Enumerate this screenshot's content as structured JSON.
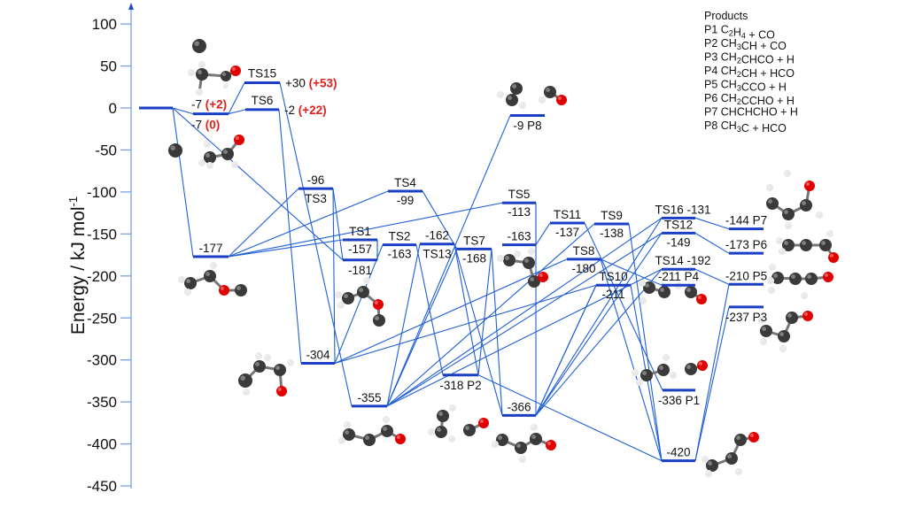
{
  "chart_data": {
    "type": "energy_level_diagram",
    "title": "",
    "ylabel": "Energy / kJ mol-1",
    "ylabel_main": "Energy / kJ mol",
    "ylabel_sup": "-1",
    "ylim": [
      -450,
      100
    ],
    "yticks": [
      100,
      50,
      0,
      -50,
      -100,
      -150,
      -200,
      -250,
      -300,
      -350,
      -400,
      -450
    ],
    "grid": false,
    "colors": {
      "level": "#1a3fc4",
      "connector": "#1f5fd6",
      "axis": "#7aa3e0",
      "highlight": "#e0201c"
    },
    "levels": [
      {
        "id": "R",
        "energy": 0,
        "col": 0,
        "label": "",
        "label_pos": "none"
      },
      {
        "id": "I1",
        "energy": -7,
        "col": 1,
        "label": "-7",
        "extra_above": "(+2)",
        "extra_below": "(0)",
        "label_pos": "both"
      },
      {
        "id": "TS15",
        "energy": 30,
        "col": 2,
        "label": "+30",
        "name": "TS15",
        "extra": "(+53)",
        "label_pos": "name-above-value-right"
      },
      {
        "id": "TS6",
        "energy": -2,
        "col": 2,
        "label": "-2",
        "name": "TS6",
        "extra": "(+22)",
        "label_pos": "name-above-value-right"
      },
      {
        "id": "I2",
        "energy": -177,
        "col": 1,
        "label": "-177",
        "label_pos": "above"
      },
      {
        "id": "TS3",
        "energy": -96,
        "col": 3,
        "label": "-96",
        "name": "TS3",
        "label_pos": "value-above-name-below"
      },
      {
        "id": "I3",
        "energy": -304,
        "col": 3,
        "label": "-304",
        "label_pos": "above"
      },
      {
        "id": "TS1",
        "energy": -157,
        "col": 4,
        "label": "-157",
        "name": "TS1",
        "label_pos": "name-above-value-below"
      },
      {
        "id": "I4",
        "energy": -181,
        "col": 4,
        "label": "-181",
        "label_pos": "below"
      },
      {
        "id": "I5",
        "energy": -355,
        "col": 4.3,
        "label": "-355",
        "label_pos": "above"
      },
      {
        "id": "TS4",
        "energy": -99,
        "col": 5.2,
        "label": "-99",
        "name": "TS4",
        "label_pos": "name-above-value-below"
      },
      {
        "id": "TS2",
        "energy": -163,
        "col": 5,
        "label": "-163",
        "name": "TS2",
        "label_pos": "name-above-value-below"
      },
      {
        "id": "TS13",
        "energy": -162,
        "col": 6,
        "label": "-162",
        "name": "TS13",
        "label_pos": "value-above-name-below"
      },
      {
        "id": "P2",
        "energy": -318,
        "col": 6.6,
        "label": "-318 P2",
        "label_pos": "below"
      },
      {
        "id": "TS7",
        "energy": -168,
        "col": 7,
        "label": "-168",
        "name": "TS7",
        "label_pos": "name-above-value-below"
      },
      {
        "id": "TS5",
        "energy": -113,
        "col": 8,
        "label": "-113",
        "name": "TS5",
        "label_pos": "name-above-value-below"
      },
      {
        "id": "I6",
        "energy": -163,
        "col": 8,
        "label": "-163",
        "label_pos": "above"
      },
      {
        "id": "I7",
        "energy": -366,
        "col": 8,
        "label": "-366",
        "label_pos": "above"
      },
      {
        "id": "P8",
        "energy": -9,
        "col": 8.2,
        "label": "-9 P8",
        "label_pos": "below"
      },
      {
        "id": "TS11",
        "energy": -137,
        "col": 9,
        "label": "-137",
        "name": "TS11",
        "label_pos": "name-above-value-below"
      },
      {
        "id": "TS8",
        "energy": -180,
        "col": 9.4,
        "label": "-180",
        "name": "TS8",
        "label_pos": "name-above-value-below"
      },
      {
        "id": "TS9",
        "energy": -138,
        "col": 10,
        "label": "-138",
        "name": "TS9",
        "label_pos": "name-above-value-below"
      },
      {
        "id": "TS10",
        "energy": -211,
        "col": 10,
        "label": "-211",
        "name": "TS10",
        "label_pos": "name-above-value-below"
      },
      {
        "id": "TS16",
        "energy": -131,
        "col": 11,
        "label": "-131",
        "name": "TS16",
        "label_pos": "name-value-above"
      },
      {
        "id": "TS12",
        "energy": -149,
        "col": 11,
        "label": "-149",
        "name": "TS12",
        "label_pos": "name-above-value-below"
      },
      {
        "id": "TS14",
        "energy": -192,
        "col": 11,
        "label": "-192",
        "name": "TS14",
        "label_pos": "name-value-above"
      },
      {
        "id": "P4",
        "energy": -211,
        "col": 11,
        "label": "-211 P4",
        "label_pos": "above"
      },
      {
        "id": "P1",
        "energy": -336,
        "col": 11,
        "label": "-336 P1",
        "label_pos": "below"
      },
      {
        "id": "I8",
        "energy": -420,
        "col": 11,
        "label": "-420",
        "label_pos": "above"
      },
      {
        "id": "P7",
        "energy": -144,
        "col": 12,
        "label": "-144 P7",
        "label_pos": "above"
      },
      {
        "id": "P6",
        "energy": -173,
        "col": 12,
        "label": "-173 P6",
        "label_pos": "above"
      },
      {
        "id": "P5",
        "energy": -210,
        "col": 12,
        "label": "-210 P5",
        "label_pos": "above"
      },
      {
        "id": "P3",
        "energy": -237,
        "col": 12,
        "label": "-237 P3",
        "label_pos": "below"
      }
    ],
    "connections": [
      [
        "R",
        "I1"
      ],
      [
        "R",
        "I2"
      ],
      [
        "R",
        "I4"
      ],
      [
        "I1",
        "TS15"
      ],
      [
        "I1",
        "TS6"
      ],
      [
        "TS15",
        "I5"
      ],
      [
        "TS6",
        "I3"
      ],
      [
        "I2",
        "TS3"
      ],
      [
        "I2",
        "TS4"
      ],
      [
        "I2",
        "TS1"
      ],
      [
        "I2",
        "TS5"
      ],
      [
        "TS3",
        "I4"
      ],
      [
        "TS3",
        "I3"
      ],
      [
        "I3",
        "TS2"
      ],
      [
        "I3",
        "TS10"
      ],
      [
        "I3",
        "TS8"
      ],
      [
        "I4",
        "TS1"
      ],
      [
        "TS1",
        "I4"
      ],
      [
        "TS4",
        "TS7"
      ],
      [
        "TS2",
        "P2"
      ],
      [
        "I5",
        "TS13"
      ],
      [
        "I5",
        "TS7"
      ],
      [
        "I5",
        "P8"
      ],
      [
        "I5",
        "TS14"
      ],
      [
        "I5",
        "TS16"
      ],
      [
        "I5",
        "TS12"
      ],
      [
        "TS13",
        "P2"
      ],
      [
        "TS13",
        "I7"
      ],
      [
        "TS7",
        "I7"
      ],
      [
        "TS7",
        "P2"
      ],
      [
        "P2",
        "I8"
      ],
      [
        "TS5",
        "I6"
      ],
      [
        "TS5",
        "I7"
      ],
      [
        "TS11",
        "I6"
      ],
      [
        "TS11",
        "P1"
      ],
      [
        "TS9",
        "I5"
      ],
      [
        "TS9",
        "I8"
      ],
      [
        "TS8",
        "I8"
      ],
      [
        "TS8",
        "P4"
      ],
      [
        "TS10",
        "I8"
      ],
      [
        "TS10",
        "I7"
      ],
      [
        "I7",
        "TS12"
      ],
      [
        "I7",
        "TS16"
      ],
      [
        "I7",
        "TS14"
      ],
      [
        "I7",
        "TS10"
      ],
      [
        "TS16",
        "P7"
      ],
      [
        "TS12",
        "P6"
      ],
      [
        "TS14",
        "P5"
      ],
      [
        "I8",
        "P3"
      ],
      [
        "I8",
        "P5"
      ]
    ],
    "legend": {
      "title": "Products",
      "placement": "top-right",
      "entries": [
        {
          "id": "P1",
          "formula": [
            [
              "C",
              ""
            ],
            [
              "2",
              "sub"
            ],
            [
              "H",
              ""
            ],
            [
              "4",
              "sub"
            ],
            [
              " + CO",
              ""
            ]
          ]
        },
        {
          "id": "P2",
          "formula": [
            [
              "CH",
              ""
            ],
            [
              "3",
              "sub"
            ],
            [
              "CH + CO",
              ""
            ]
          ]
        },
        {
          "id": "P3",
          "formula": [
            [
              "CH",
              ""
            ],
            [
              "2",
              "sub"
            ],
            [
              "CHCO + H",
              ""
            ]
          ]
        },
        {
          "id": "P4",
          "formula": [
            [
              "CH",
              ""
            ],
            [
              "2",
              "sub"
            ],
            [
              "CH + HCO",
              ""
            ]
          ]
        },
        {
          "id": "P5",
          "formula": [
            [
              "CH",
              ""
            ],
            [
              "3",
              "sub"
            ],
            [
              "CCO + H",
              ""
            ]
          ]
        },
        {
          "id": "P6",
          "formula": [
            [
              "CH",
              ""
            ],
            [
              "2",
              "sub"
            ],
            [
              "CCHO + H",
              ""
            ]
          ]
        },
        {
          "id": "P7",
          "formula": [
            [
              "CHCHCHO + H",
              ""
            ]
          ]
        },
        {
          "id": "P8",
          "formula": [
            [
              "CH",
              ""
            ],
            [
              "3",
              "sub"
            ],
            [
              "C + HCO",
              ""
            ]
          ]
        }
      ]
    }
  }
}
